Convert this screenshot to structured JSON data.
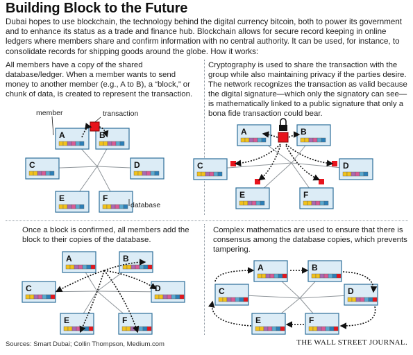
{
  "title": "Building Block to the Future",
  "intro": "Dubai hopes to use blockchain, the technology behind the digital currency bitcoin, both to power its government and to enhance its status as a trade and finance hub. Blockchain allows for secure record keeping in online ledgers where members share and confirm information with no central authority. It can be used, for instance, to consolidate records for shipping goods around the globe. How it works:",
  "panels": [
    {
      "text": "All members have a copy of the shared database/ledger. When a member wants to send money to another member (e.g., A to B), a “block,” or chunk of data, is created to represent the transaction."
    },
    {
      "text": "Cryptography is used to share the transaction with the group while also maintaining privacy if the parties desire. The network recognizes the transaction as valid because the digital signature—which only the signatory can see—is mathematically linked to a public signature that only a bona fide transaction could bear."
    },
    {
      "text": "Once a block is confirmed, all members add the block to their copies of the database."
    },
    {
      "text": "Complex mathematics are used to ensure that there is consensus among the database copies, which prevents tampering."
    }
  ],
  "callouts": {
    "member": "member",
    "transaction": "transaction",
    "database": "database"
  },
  "node_labels": [
    "A",
    "B",
    "C",
    "D",
    "E",
    "F"
  ],
  "colors": {
    "node_fill": "#dcecf6",
    "node_border": "#2d6f99",
    "spoke": "#8e9499",
    "transaction": "#e8141c",
    "stripe": [
      "#f2c21b",
      "#f2c21b",
      "#a96ab1",
      "#d85b96",
      "#5aa9cf",
      "#2c7fb8"
    ]
  },
  "footer": {
    "sources": "Sources: Smart Dubai; Collin Thompson, Medium.com",
    "publisher": "THE WALL STREET JOURNAL."
  }
}
